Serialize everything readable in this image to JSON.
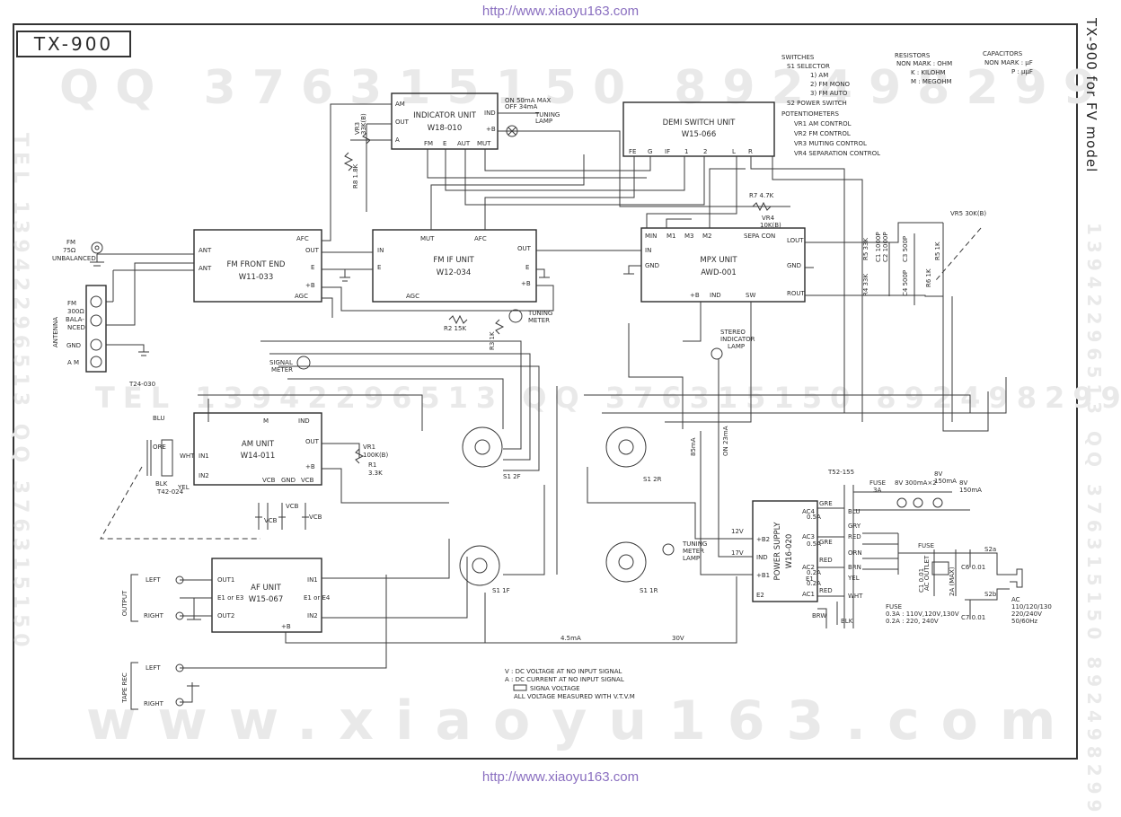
{
  "top_url": "http://www.xiaoyu163.com",
  "bottom_url": "http://www.xiaoyu163.com",
  "title": "TX-900",
  "side_title": "TX-900 for FV model",
  "watermarks": {
    "qq_top": "QQ 376315150   892498299",
    "tel_mid": "TEL 13942296513    QQ 376315150 892498299",
    "www_bottom": "www.xiaoyu163.com",
    "left_vertical": "TEL 13942296513 QQ 376315150",
    "right_vertical": "13942296513 QQ 376315150 892498299"
  },
  "units": {
    "indicator": {
      "name": "INDICATOR UNIT",
      "code": "W18-010",
      "pins": [
        "AM",
        "OUT",
        "A",
        "FM",
        "E",
        "AUT",
        "MUT",
        "IND",
        "+B"
      ]
    },
    "demi_switch": {
      "name": "DEMI SWITCH UNIT",
      "code": "W15-066",
      "pins": [
        "FE",
        "G",
        "IF",
        "1",
        "2",
        "L",
        "R"
      ]
    },
    "fm_front": {
      "name": "FM FRONT END",
      "code": "W11-033",
      "pins": [
        "ANT",
        "ANT",
        "AFC",
        "OUT",
        "E",
        "+B",
        "AGC"
      ]
    },
    "fm_if": {
      "name": "FM IF UNIT",
      "code": "W12-034",
      "pins": [
        "MUT",
        "AFC",
        "IN",
        "E",
        "OUT",
        "E",
        "+B",
        "AGC"
      ]
    },
    "mpx": {
      "name": "MPX UNIT",
      "code": "AWD-001",
      "pins": [
        "MIN",
        "M1",
        "M3",
        "M2",
        "SEPA CON",
        "IN",
        "GND",
        "LOUT",
        "GND",
        "ROUT",
        "+B",
        "IND",
        "SW"
      ]
    },
    "am": {
      "name": "AM UNIT",
      "code": "W14-011",
      "pins": [
        "IN1",
        "IN2",
        "IND",
        "OUT",
        "+B",
        "VCB",
        "GND",
        "VCB",
        "M"
      ]
    },
    "af": {
      "name": "AF UNIT",
      "code": "W15-067",
      "pins": [
        "OUT1",
        "E1 or E3",
        "OUT2",
        "IN1",
        "E1 or E4",
        "IN2",
        "+B"
      ]
    },
    "power": {
      "name": "POWER SUPPLY",
      "code": "W16-020",
      "pins": [
        "+B2",
        "IND",
        "+B1",
        "E2",
        "AC4",
        "AC3",
        "AC2",
        "E1",
        "AC1"
      ]
    }
  },
  "labels": {
    "fm_ant": [
      "FM",
      "75Ω",
      "UNBALANCED"
    ],
    "antenna": "ANTENNA",
    "ant_block": [
      "FM",
      "300Ω",
      "BALA-",
      "NCED",
      "GND",
      "A M"
    ],
    "t24": "T24-030",
    "t42": "T42-024",
    "coil_colors": [
      "BLU",
      "ORE",
      "WHT",
      "YEL",
      "BLK"
    ],
    "on50": [
      "ON  50mA MAX",
      "OFF 34mA"
    ],
    "tuning_lamp": [
      "TUNING",
      "LAMP"
    ],
    "vr3": [
      "VR3",
      "33K(B)"
    ],
    "r8": "R8 1.8K",
    "r7": [
      "R7 4.7K",
      "VR4",
      "10K(B)"
    ],
    "vr5": "VR5 30K(B)",
    "mpx_parts": [
      "R5 33K",
      "C1 1000P",
      "C2 1000P",
      "C3 500P",
      "R4 33K",
      "C4 500P",
      "R6 1K",
      "R5 1K"
    ],
    "r2": "R2 15K",
    "r3": "R3 1K",
    "tuning_meter": [
      "TUNING",
      "METER"
    ],
    "signal_meter": [
      "SIGNAL",
      "METER"
    ],
    "stereo_lamp": [
      "STEREO",
      "INDICATOR",
      "LAMP"
    ],
    "vr1": [
      "VR1",
      "100K(B)"
    ],
    "r1": [
      "R1",
      "3.3K"
    ],
    "vc_labels": [
      "VCB",
      "VCB",
      "VCB"
    ],
    "s_2f": "S1 2F",
    "s_1f": "S1 1F",
    "s_2r": "S1 2R",
    "s_1r": "S1 1R",
    "meter_lamp": [
      "TUNING",
      "METER",
      "LAMP"
    ],
    "i85": "85mA",
    "on23": "ON 23mA",
    "output": "OUTPUT",
    "left": "LEFT",
    "right": "RIGHT",
    "tape_rec": "TAPE REC",
    "current_45": "4.5mA",
    "voltage_30": "30V",
    "v12": "12V",
    "v17": "17V",
    "t52": "T52-155",
    "fuse3a": [
      "FUSE",
      "3A"
    ],
    "lamps": [
      "8V 300mA×2",
      "8V",
      "150mA"
    ],
    "lamp_right": [
      "8V",
      "150mA"
    ],
    "fuse_amps": [
      "0.5A",
      "0.5A",
      "0.2A",
      "0.2A"
    ],
    "trans_wires": [
      "GRE",
      "GRE",
      "RED",
      "RED",
      "GRY",
      "RED",
      "ORN",
      "BRN",
      "YEL",
      "WHT",
      "BLU",
      "BRW",
      "BLK"
    ],
    "c1_note": [
      "C1 0.01"
    ],
    "ac_outlet": [
      "AC OUTLET",
      "2A (MAX)"
    ],
    "fuse2": "FUSE",
    "s2": [
      "S2a",
      "S2b"
    ],
    "c_caps": [
      "C6 0.01",
      "C7 0.01"
    ],
    "ac_spec": [
      "AC",
      "110/120/130",
      "220/240V",
      "50/60Hz"
    ],
    "fuse_spec": [
      "FUSE",
      "0.3A : 110V,120V,130V",
      "0.2A : 220, 240V"
    ],
    "legend": [
      "V : DC VOLTAGE AT NO INPUT SIGNAL",
      "A : DC CURRENT AT NO INPUT SIGNAL",
      "SIGNA VOLTAGE",
      "ALL VOLTAGE MEASURED WITH V.T.V.M"
    ]
  },
  "switches_notes": [
    "SWITCHES",
    "S1   SELECTOR",
    "1) AM",
    "2) FM MONO",
    "3) FM AUTO",
    "S2   POWER  SWITCH",
    "POTENTIOMETERS",
    "VR1  AM CONTROL",
    "VR2  FM CONTROL",
    "VR3  MUTING  CONTROL",
    "VR4  SEPARATION CONTROL"
  ],
  "resistor_notes": [
    "RESISTORS",
    "NON MARK : OHM",
    "K     : KILOHM",
    "M     : MEGOHM"
  ],
  "capacitor_notes": [
    "CAPACITORS",
    "NON MARK : μF",
    "P     : μμF"
  ]
}
